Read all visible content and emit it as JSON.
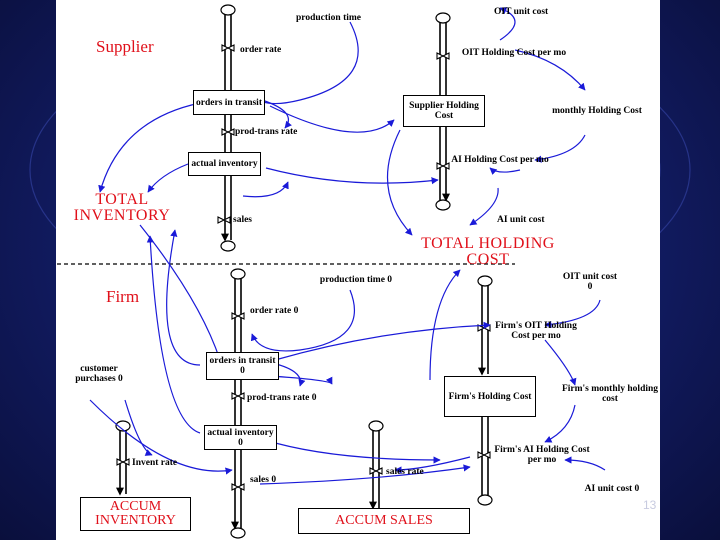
{
  "slide": {
    "page_number": "13",
    "background_color": "#131e6a",
    "accent_red": "#e0101a",
    "link_blue": "#1a1ad8"
  },
  "supplier": {
    "section_title": "Supplier",
    "production_time": "production time",
    "order_rate": "order rate",
    "orders_in_transit": "orders in transit",
    "prod_trans_rate": "prod-trans rate",
    "actual_inventory": "actual inventory",
    "sales": "sales",
    "total_inventory": "TOTAL INVENTORY",
    "oit_unit_cost": "OIT unit cost",
    "oit_holding_cost": "OIT Holding Cost per mo",
    "monthly_holding_cost": "monthly Holding Cost",
    "supplier_holding_cost": "Supplier Holding Cost",
    "ai_holding_cost": "AI Holding Cost per mo",
    "ai_unit_cost": "AI unit cost",
    "total_holding_cost": "TOTAL HOLDING COST"
  },
  "firm": {
    "section_title": "Firm",
    "production_time": "production time 0",
    "order_rate": "order rate 0",
    "orders_in_transit": "orders in transit 0",
    "prod_trans_rate": "prod-trans rate 0",
    "actual_inventory": "actual inventory 0",
    "sales": "sales 0",
    "customer_purchases": "customer purchases 0",
    "invent_rate": "Invent rate",
    "accum_inventory": "ACCUM INVENTORY",
    "sales_rate": "sales rate",
    "accum_sales": "ACCUM SALES",
    "oit_unit_cost": "OIT unit cost 0",
    "oit_holding_cost": "Firm's OIT Holding Cost per mo",
    "holding_cost": "Firm's Holding Cost",
    "monthly_holding_cost": "Firm's monthly holding cost",
    "ai_holding_cost": "Firm's AI Holding Cost per mo",
    "ai_unit_cost": "AI unit cost 0"
  }
}
